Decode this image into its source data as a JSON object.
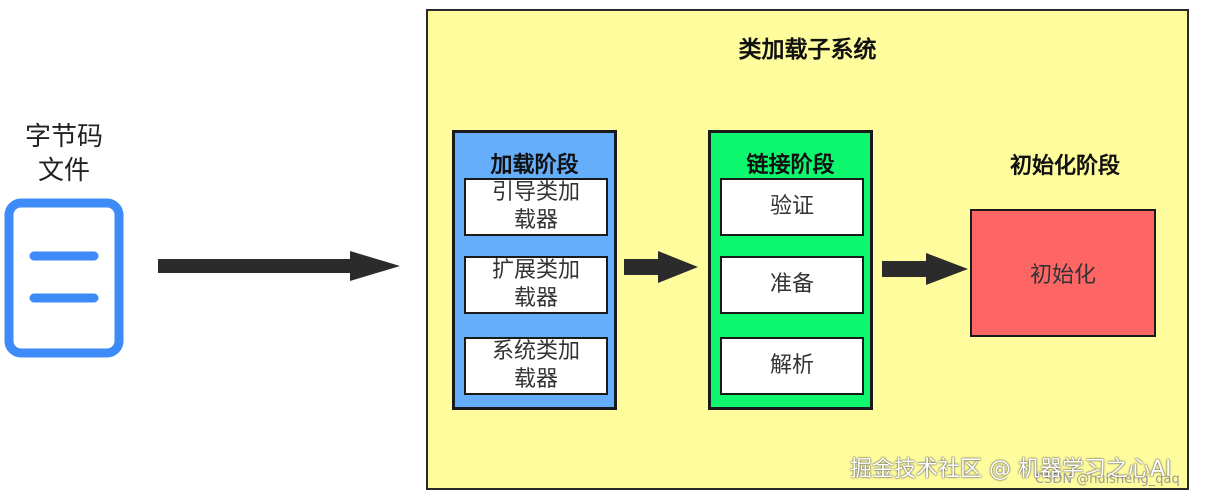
{
  "bytecode": {
    "line1": "字节码",
    "line2": "文件"
  },
  "subsystem": {
    "title": "类加载子系统"
  },
  "loading": {
    "title": "加载阶段",
    "steps": [
      {
        "line1": "引导类加",
        "line2": "载器"
      },
      {
        "line1": "扩展类加",
        "line2": "载器"
      },
      {
        "line1": "系统类加",
        "line2": "载器"
      }
    ]
  },
  "linking": {
    "title": "链接阶段",
    "steps": [
      "验证",
      "准备",
      "解析"
    ]
  },
  "initialization": {
    "title": "初始化阶段",
    "step": "初始化"
  },
  "watermark": {
    "main": "掘金技术社区 @ 机器学习之心AI",
    "sub": "CSDN @huisheng_qaq"
  },
  "colors": {
    "subsystem_bg": "#fefc9c",
    "loading_bg": "#65aefb",
    "linking_bg": "#0ef86f",
    "init_bg": "#fe6666",
    "doc_icon": "#3d8bf7"
  },
  "icons": {
    "document": "document-icon"
  }
}
